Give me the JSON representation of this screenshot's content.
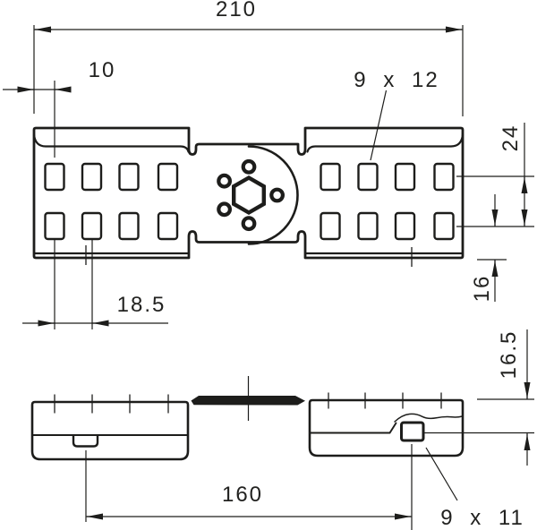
{
  "drawing": {
    "kind": "dimensioned technical drawing, two orthographic views of a perforated connector plate",
    "colors": {
      "line": "#1d1d1b",
      "background": "#ffffff"
    },
    "labels": {
      "overall_width": "210",
      "edge_to_first_hole": "10",
      "top_hole_size": "9 x 12",
      "hole_row_spacing": "24",
      "row_to_bottom_edge": "16",
      "hole_column_pitch": "18.5",
      "side_height": "16.5",
      "slot_to_hole_distance": "160",
      "side_hole_size": "9 x 11"
    }
  }
}
